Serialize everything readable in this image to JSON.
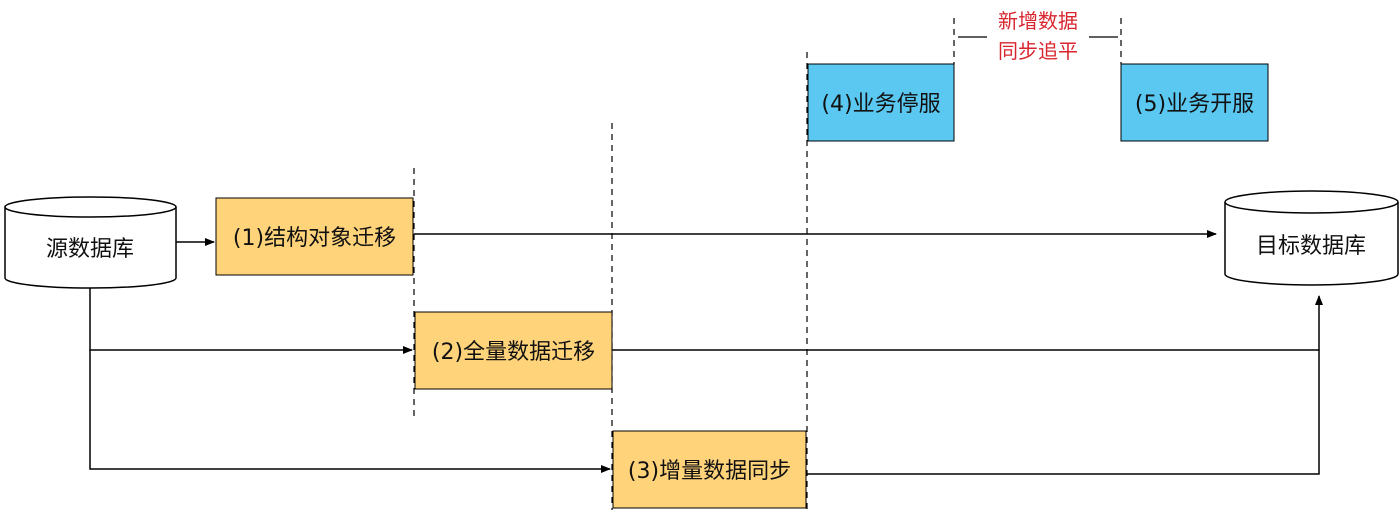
{
  "source_db": {
    "label": "源数据库"
  },
  "target_db": {
    "label": "目标数据库"
  },
  "steps": [
    {
      "label": "(1)结构对象迁移"
    },
    {
      "label": "(2)全量数据迁移"
    },
    {
      "label": "(3)增量数据同步"
    },
    {
      "label": "(4)业务停服"
    },
    {
      "label": "(5)业务开服"
    }
  ],
  "incremental_note": {
    "line1": "新增数据",
    "line2": "同步追平"
  },
  "colors": {
    "migration_box": "#FFD37A",
    "service_box": "#5BC8F2",
    "note_text": "#D9262E",
    "stroke": "#000000"
  }
}
